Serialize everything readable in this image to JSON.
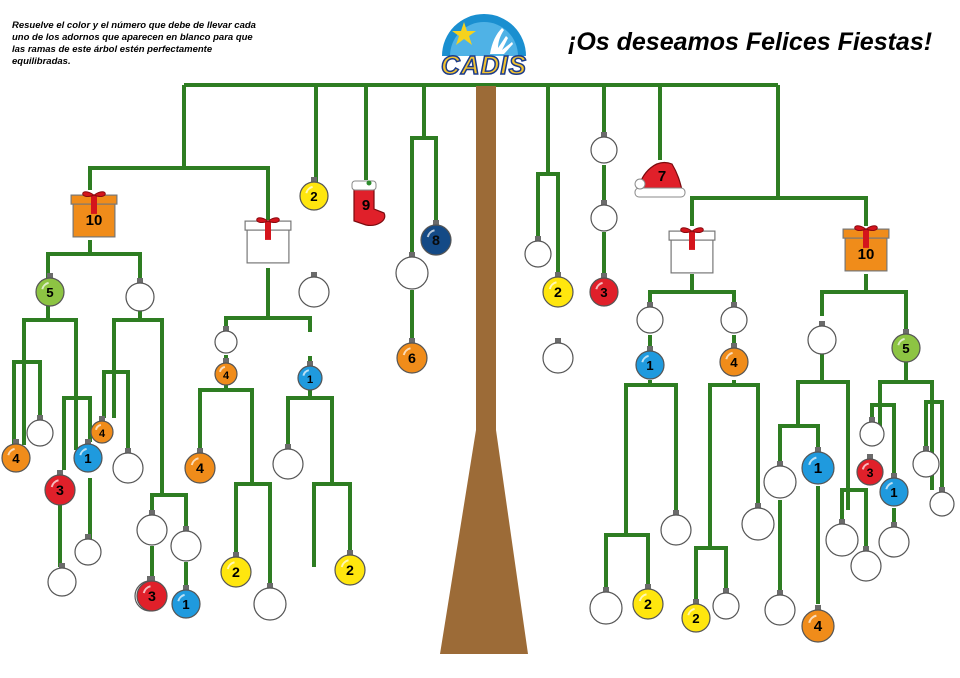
{
  "instructions": "Resuelve el color y el número que debe de llevar cada uno de los adornos que aparecen en blanco para que las ramas de este árbol estén perfectamente equilibradas.",
  "greeting": "¡Os deseamos Felices Fiestas!",
  "logo": {
    "text": "CADIS",
    "icon": "star-hand-logo-icon"
  },
  "colors": {
    "branch": "#2e7d22",
    "trunk": "#9c6b37",
    "yellow": "#ffe60e",
    "orange": "#f08c1a",
    "blue": "#1f9ade",
    "red": "#e0202a",
    "lime": "#8dc443",
    "navy": "#144a86",
    "blank": "#ffffff"
  },
  "ornaments": [
    {
      "label": "10",
      "kind": "gift",
      "color": "orange"
    },
    {
      "label": "",
      "kind": "gift",
      "color": "blank"
    },
    {
      "label": "5",
      "kind": "ball",
      "color": "lime"
    },
    {
      "label": "",
      "kind": "ball",
      "color": "blank"
    },
    {
      "label": "",
      "kind": "ball",
      "color": "blank"
    },
    {
      "label": "",
      "kind": "ball",
      "color": "blank"
    },
    {
      "label": "4",
      "kind": "ball",
      "color": "orange"
    },
    {
      "label": "",
      "kind": "ball",
      "color": "blank"
    },
    {
      "label": "4",
      "kind": "ball",
      "color": "orange"
    },
    {
      "label": "1",
      "kind": "ball",
      "color": "blue"
    },
    {
      "label": "",
      "kind": "ball",
      "color": "blank"
    },
    {
      "label": "3",
      "kind": "ball",
      "color": "red"
    },
    {
      "label": "",
      "kind": "ball",
      "color": "blank"
    },
    {
      "label": "",
      "kind": "ball",
      "color": "blank"
    },
    {
      "label": "",
      "kind": "ball",
      "color": "blank"
    },
    {
      "label": "",
      "kind": "ball",
      "color": "blank"
    },
    {
      "label": "3",
      "kind": "ball",
      "color": "red"
    },
    {
      "label": "1",
      "kind": "ball",
      "color": "blue"
    },
    {
      "label": "4",
      "kind": "ball",
      "color": "orange"
    },
    {
      "label": "1",
      "kind": "ball",
      "color": "blue"
    },
    {
      "label": "4",
      "kind": "ball",
      "color": "orange"
    },
    {
      "label": "",
      "kind": "ball",
      "color": "blank"
    },
    {
      "label": "2",
      "kind": "ball",
      "color": "yellow"
    },
    {
      "label": "",
      "kind": "ball",
      "color": "blank"
    },
    {
      "label": "",
      "kind": "ball",
      "color": "blank"
    },
    {
      "label": "2",
      "kind": "ball",
      "color": "yellow"
    },
    {
      "label": "2",
      "kind": "ball",
      "color": "yellow"
    },
    {
      "label": "",
      "kind": "ball",
      "color": "blank"
    },
    {
      "label": "9",
      "kind": "stocking",
      "color": "red"
    },
    {
      "label": "8",
      "kind": "ball",
      "color": "navy"
    },
    {
      "label": "",
      "kind": "ball",
      "color": "blank"
    },
    {
      "label": "6",
      "kind": "ball",
      "color": "orange"
    },
    {
      "label": "",
      "kind": "ball",
      "color": "blank"
    },
    {
      "label": "2",
      "kind": "ball",
      "color": "yellow"
    },
    {
      "label": "",
      "kind": "ball",
      "color": "blank"
    },
    {
      "label": "",
      "kind": "ball",
      "color": "blank"
    },
    {
      "label": "",
      "kind": "ball",
      "color": "blank"
    },
    {
      "label": "3",
      "kind": "ball",
      "color": "red"
    },
    {
      "label": "7",
      "kind": "hat",
      "color": "red"
    },
    {
      "label": "",
      "kind": "gift",
      "color": "blank"
    },
    {
      "label": "10",
      "kind": "gift",
      "color": "orange"
    },
    {
      "label": "",
      "kind": "ball",
      "color": "blank"
    },
    {
      "label": "",
      "kind": "ball",
      "color": "blank"
    },
    {
      "label": "1",
      "kind": "ball",
      "color": "blue"
    },
    {
      "label": "4",
      "kind": "ball",
      "color": "orange"
    },
    {
      "label": "",
      "kind": "ball",
      "color": "blank"
    },
    {
      "label": "",
      "kind": "ball",
      "color": "blank"
    },
    {
      "label": "2",
      "kind": "ball",
      "color": "yellow"
    },
    {
      "label": "",
      "kind": "ball",
      "color": "blank"
    },
    {
      "label": "2",
      "kind": "ball",
      "color": "yellow"
    },
    {
      "label": "",
      "kind": "ball",
      "color": "blank"
    },
    {
      "label": "",
      "kind": "ball",
      "color": "blank"
    },
    {
      "label": "5",
      "kind": "ball",
      "color": "lime"
    },
    {
      "label": "",
      "kind": "ball",
      "color": "blank"
    },
    {
      "label": "1",
      "kind": "ball",
      "color": "blue"
    },
    {
      "label": "",
      "kind": "ball",
      "color": "blank"
    },
    {
      "label": "3",
      "kind": "ball",
      "color": "red"
    },
    {
      "label": "",
      "kind": "ball",
      "color": "blank"
    },
    {
      "label": "",
      "kind": "ball",
      "color": "blank"
    },
    {
      "label": "4",
      "kind": "ball",
      "color": "orange"
    },
    {
      "label": "",
      "kind": "ball",
      "color": "blank"
    },
    {
      "label": "",
      "kind": "ball",
      "color": "blank"
    },
    {
      "label": "1",
      "kind": "ball",
      "color": "blue"
    },
    {
      "label": "",
      "kind": "ball",
      "color": "blank"
    },
    {
      "label": "",
      "kind": "ball",
      "color": "blank"
    },
    {
      "label": "",
      "kind": "ball",
      "color": "blank"
    }
  ]
}
